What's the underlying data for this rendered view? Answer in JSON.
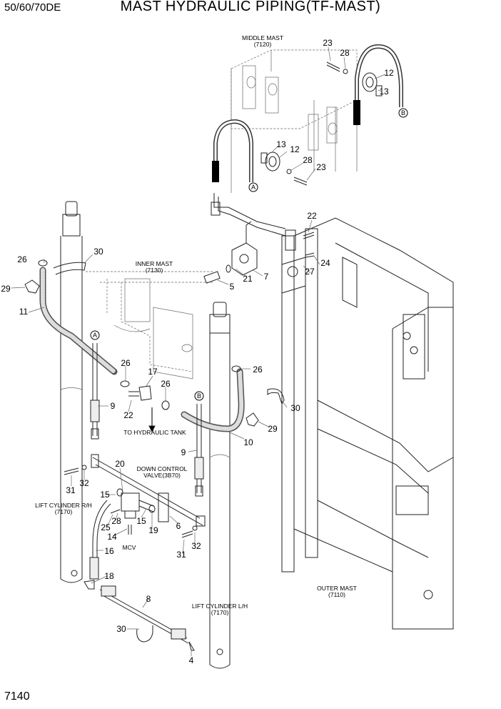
{
  "header": {
    "model": "50/60/70DE",
    "title": "MAST HYDRAULIC PIPING(TF-MAST)"
  },
  "page_number": "7140",
  "labels": {
    "middle_mast": "MIDDLE MAST",
    "middle_mast_code": "(7120)",
    "inner_mast": "INNER MAST",
    "inner_mast_code": "(7130)",
    "outer_mast": "OUTER MAST",
    "outer_mast_code": "(7110)",
    "to_tank": "TO HYDRAULIC TANK",
    "down_control": "DOWN CONTROL",
    "down_control_valve": "VALVE(3B70)",
    "lift_rh": "LIFT CYLINDER R/H",
    "lift_rh_code": "(7170)",
    "lift_lh": "LIFT CYLINDER L/H",
    "lift_lh_code": "(7170)",
    "mcv": "MCV",
    "conn_a": "A",
    "conn_b": "B"
  },
  "callouts": [
    "23",
    "28",
    "12",
    "13",
    "13",
    "12",
    "28",
    "23",
    "22",
    "24",
    "27",
    "7",
    "21",
    "5",
    "26",
    "30",
    "29",
    "11",
    "26",
    "17",
    "26",
    "22",
    "9",
    "10",
    "26",
    "30",
    "29",
    "9",
    "20",
    "15",
    "15",
    "6",
    "19",
    "28",
    "25",
    "14",
    "31",
    "32",
    "31",
    "32",
    "16",
    "18",
    "8",
    "30",
    "4"
  ]
}
